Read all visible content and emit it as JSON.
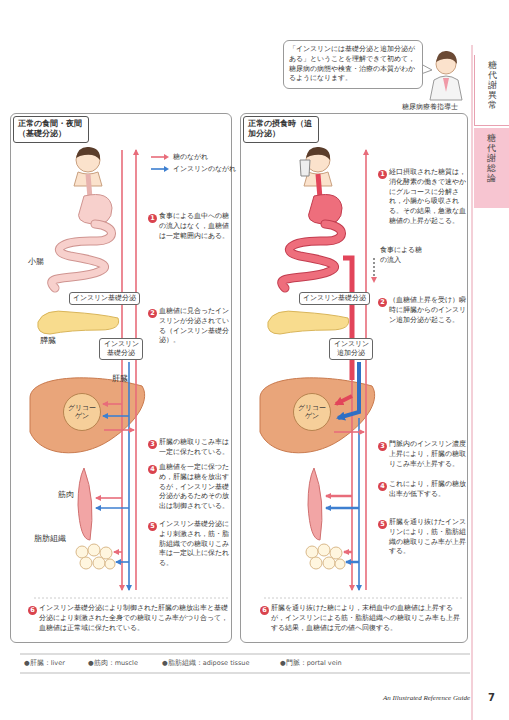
{
  "diagram": {
    "nodes": [
      {
        "text": [
          "正常の食間・夜間（基礎分泌）"
        ]
      },
      {
        "text": [
          "インスリン基礎分泌"
        ],
        "in": 0
      },
      {
        "text": [
          "インスリン基礎分泌"
        ],
        "in": 0
      },
      {
        "text": [
          "グリコーゲン"
        ],
        "in": 0
      },
      {
        "text": [
          "正常の摂食時（追加分泌）"
        ]
      },
      {
        "text": [
          "インスリン基礎分泌"
        ],
        "in": 4
      },
      {
        "text": [
          "インスリン追加分泌"
        ],
        "in": 4
      },
      {
        "text": [
          "グリコーゲン"
        ],
        "in": 4
      },
      {
        "text": [
          "「インスリンには基礎分泌と追加分泌がある」ということを理解できて初めて，糖尿病の病態や検査・治療の本質がわかるようになります。"
        ]
      },
      {
        "text": [
          "糖代謝異常"
        ]
      },
      {
        "text": [
          "糖代謝総論"
        ]
      }
    ],
    "labels": [
      "糖尿病療養指導士",
      "小腸",
      "膵臓",
      "肝臓",
      "筋肉",
      "脂肪組織",
      "1",
      "食事による血中への糖の流入はなく，血糖値は一定範囲内にある。",
      "2",
      "血糖値に見合ったインスリンが分泌されている（インスリン基礎分泌）。",
      "3",
      "肝臓の糖取りこみ率は一定に保たれている。",
      "4",
      "血糖値を一定に保つため，肝臓は糖を放出するが，インスリン基礎分泌があるためその放出は制御されている。",
      "5",
      "インスリン基礎分泌により刺激され，筋・脂肪組織での糖取りこみ率は一定以上に保たれる。",
      "6",
      "インスリン基礎分泌により制御された肝臓の糖放出率と基礎分泌により刺激された全身での糖取りこみ率がつり合って，血糖値は正常域に保たれている。",
      "1",
      "経口摂取された糖質は，消化酵素の働きで速やかにグルコースに分解され，小腸から吸収される。その結果，急激な血糖値の上昇が起こる。",
      "食事による糖の流入",
      "2",
      "（血糖値上昇を受け）瞬時に膵臓からのインスリン追加分泌が起こる。",
      "3",
      "門脈内のインスリン濃度上昇により，肝臓の糖取りこみ率が上昇する。",
      "4",
      "これにより，肝臓の糖放出率が低下する。",
      "5",
      "肝臓を通り抜けたインスリンにより，筋・脂肪組織の糖取りこみ率が上昇する。",
      "6",
      "肝臓を通り抜けた糖により，末梢血中の血糖値は上昇するが，インスリンによる筋・脂肪組織への糖取りこみ率も上昇する結果，血糖値は元の値へ回復する。",
      "●肝臓：liver",
      "●筋肉：muscle",
      "●脂肪組織：adipose tissue",
      "●門脈：portal vein",
      "An Illustrated Reference Guide",
      "7"
    ],
    "legend": [
      {
        "text": "糖のながれ"
      },
      {
        "text": "インスリンのながれ"
      }
    ]
  }
}
